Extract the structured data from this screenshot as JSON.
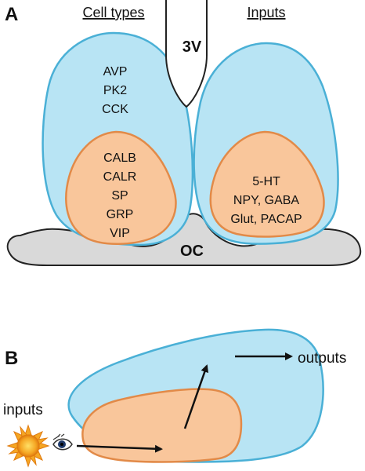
{
  "panel_a": {
    "label": "A",
    "headers": {
      "cell_types": "Cell types",
      "inputs": "Inputs"
    },
    "ventricle_label": "3V",
    "chiasm_label": "OC",
    "shell_cell_types": [
      "AVP",
      "PK2",
      "CCK"
    ],
    "core_cell_types": [
      "CALB",
      "CALR",
      "SP",
      "GRP",
      "VIP"
    ],
    "core_inputs": [
      "5-HT",
      "NPY, GABA",
      "Glut, PACAP"
    ]
  },
  "panel_b": {
    "label": "B",
    "inputs_label": "inputs",
    "outputs_label": "outputs",
    "icons": [
      "sun-icon",
      "eye-icon"
    ]
  },
  "colors": {
    "shell": "#b8e4f4",
    "shell_stroke": "#4ab0d6",
    "core": "#f9c69b",
    "core_stroke": "#e28a48",
    "chiasm": "#d9d9d9",
    "sun": "#f5a623"
  }
}
